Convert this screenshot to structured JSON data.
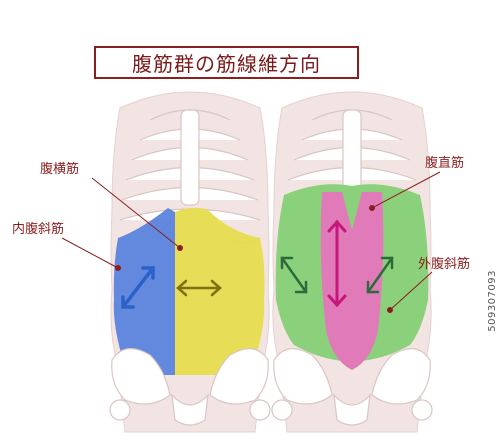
{
  "title": "腹筋群の筋線維方向",
  "labels": {
    "transversus": "腹横筋",
    "internal_oblique": "内腹斜筋",
    "rectus": "腹直筋",
    "external_oblique": "外腹斜筋"
  },
  "watermark": "509307093",
  "colors": {
    "title_border": "#8a1f1f",
    "label_text": "#8a1f1f",
    "body_outline": "#f2e4e2",
    "bone": "#ffffff",
    "internal_oblique_fill": "#5b84dd",
    "transversus_fill": "#e6dc4e",
    "rectus_fill": "#e07ab8",
    "external_oblique_fill": "#8bd07a",
    "arrow_blue": "#2a62c9",
    "arrow_olive": "#7d6f12",
    "arrow_magenta": "#c7177a",
    "arrow_green": "#2e6b3a"
  }
}
